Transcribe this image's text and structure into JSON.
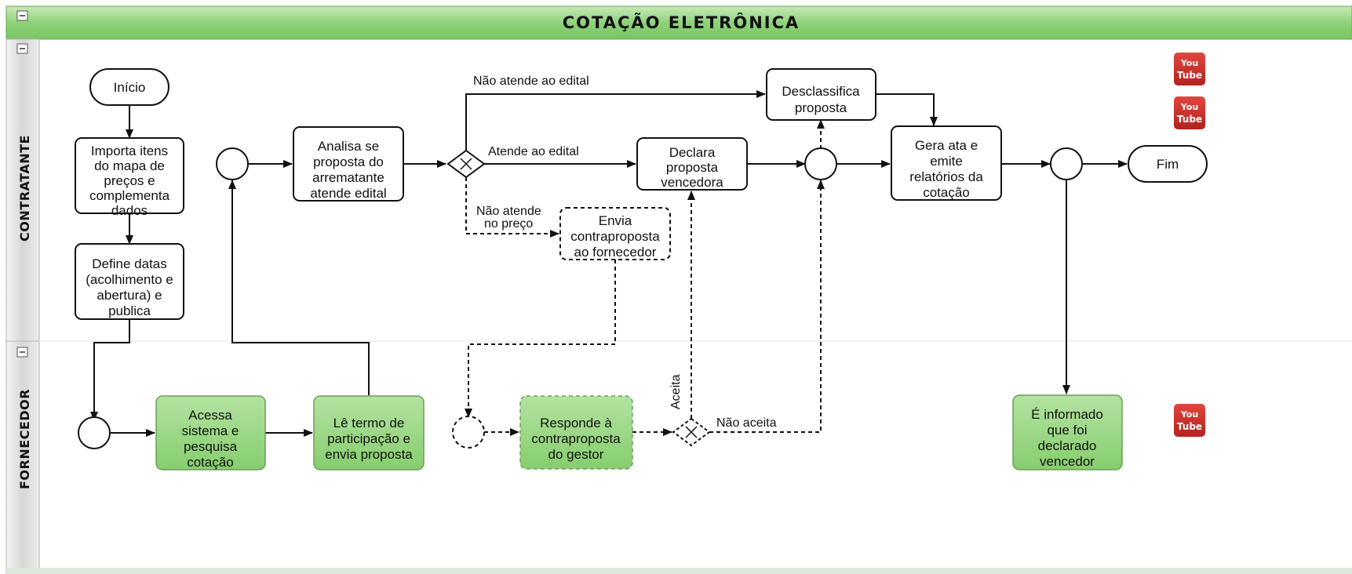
{
  "title": "COTAÇÃO ELETRÔNICA",
  "lanes": {
    "contratante": "CONTRATANTE",
    "fornecedor": "FORNECEDOR"
  },
  "nodes": {
    "inicio": "Início",
    "importa": [
      "Importa itens",
      "do mapa de",
      "preços e",
      "complementa",
      "dados"
    ],
    "define": [
      "Define datas",
      "(acolhimento e",
      "abertura) e",
      "publica"
    ],
    "analisa": [
      "Analisa se",
      "proposta do",
      "arrematante",
      "atende edital"
    ],
    "declara": [
      "Declara",
      "proposta",
      "vencedora"
    ],
    "desclassifica": [
      "Desclassifica",
      "proposta"
    ],
    "gera": [
      "Gera ata e",
      "emite",
      "relatórios da",
      "cotação"
    ],
    "fim": "Fim",
    "envia": [
      "Envia",
      "contraproposta",
      "ao fornecedor"
    ],
    "acessa": [
      "Acessa",
      "sistema e",
      "pesquisa",
      "cotação"
    ],
    "le": [
      "Lê termo de",
      "participação e",
      "envia proposta"
    ],
    "responde": [
      "Responde à",
      "contraproposta",
      "do gestor"
    ],
    "informado": [
      "É informado",
      "que foi",
      "declarado",
      "vencedor"
    ]
  },
  "edges": {
    "nao_atende_edital": "Não atende ao edital",
    "atende_edital": "Atende ao edital",
    "nao_atende_preco": [
      "Não atende",
      "no preço"
    ],
    "aceita": "Aceita",
    "nao_aceita": "Não aceita"
  },
  "icons": {
    "collapse": "minus-box-icon",
    "video": "youtube-icon",
    "youtube_top": "You",
    "youtube_bottom": "Tube"
  },
  "colors": {
    "header_green": "#8fd27a",
    "task_green": "#9fd98a",
    "youtube_red": "#c9302c",
    "lane_gray": "#dcdcdc"
  }
}
